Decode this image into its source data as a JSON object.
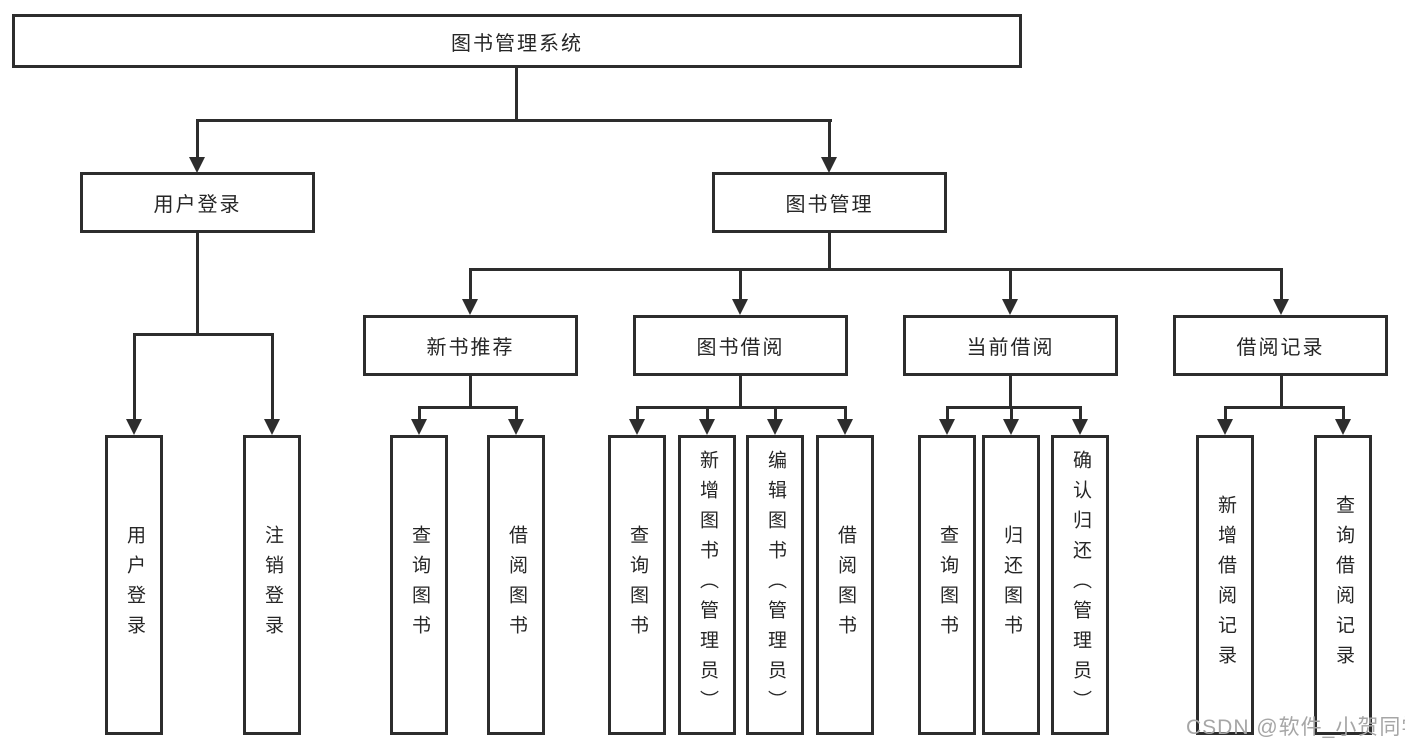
{
  "diagram": {
    "root": {
      "label": "图书管理系统"
    },
    "level2": {
      "user_login": {
        "label": "用户登录"
      },
      "book_management": {
        "label": "图书管理"
      }
    },
    "level3": {
      "new_book_recommend": {
        "label": "新书推荐"
      },
      "book_borrow": {
        "label": "图书借阅"
      },
      "current_borrow": {
        "label": "当前借阅"
      },
      "borrow_records": {
        "label": "借阅记录"
      }
    },
    "leaves": {
      "user_login": [
        "用户登录",
        "注销登录"
      ],
      "new_book_recommend": [
        "查询图书",
        "借阅图书"
      ],
      "book_borrow": [
        "查询图书",
        "新增图书（管理员）",
        "编辑图书（管理员）",
        "借阅图书"
      ],
      "current_borrow": [
        "查询图书",
        "归还图书",
        "确认归还（管理员）"
      ],
      "borrow_records": [
        "新增借阅记录",
        "查询借阅记录"
      ]
    }
  },
  "watermark": "CSDN @软件_小贺同学",
  "colors": {
    "line": "#2d2d2d",
    "text": "#262626",
    "watermark": "#a6a6a6",
    "background": "#ffffff"
  }
}
